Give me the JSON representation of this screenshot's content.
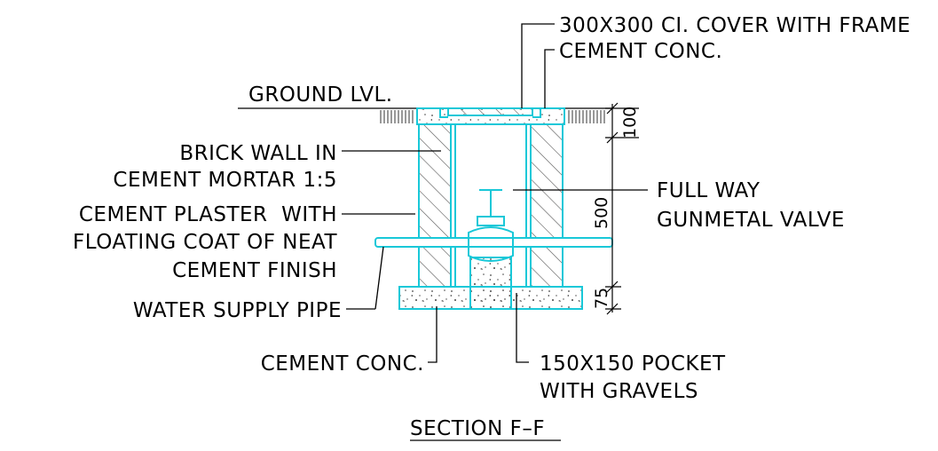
{
  "title": "SECTION F–F",
  "labels": {
    "cover": "300X300 CI. COVER WITH FRAME",
    "cement_conc_top": "CEMENT CONC.",
    "ground": "GROUND LVL.",
    "brick_wall_1": "BRICK WALL IN",
    "brick_wall_2": "CEMENT MORTAR 1:5",
    "plaster_1": "CEMENT PLASTER  WITH",
    "plaster_2": "FLOATING COAT OF NEAT",
    "plaster_3": "CEMENT FINISH",
    "pipe": "WATER SUPPLY PIPE",
    "cement_conc_bottom": "CEMENT CONC.",
    "valve_1": "FULL WAY",
    "valve_2": "GUNMETAL VALVE",
    "pocket_1": "150X150 POCKET",
    "pocket_2": "WITH GRAVELS"
  },
  "dimensions": {
    "cover_thickness": "100",
    "chamber_height": "500",
    "base_thickness": "75"
  },
  "colors": {
    "structure": "#19c8d8",
    "annotation": "#000000",
    "background": "#ffffff"
  }
}
